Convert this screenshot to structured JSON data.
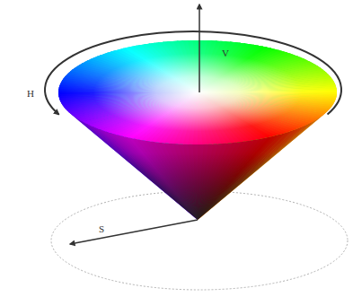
{
  "diagram": {
    "labels": [
      "H",
      "V",
      "S"
    ]
  }
}
